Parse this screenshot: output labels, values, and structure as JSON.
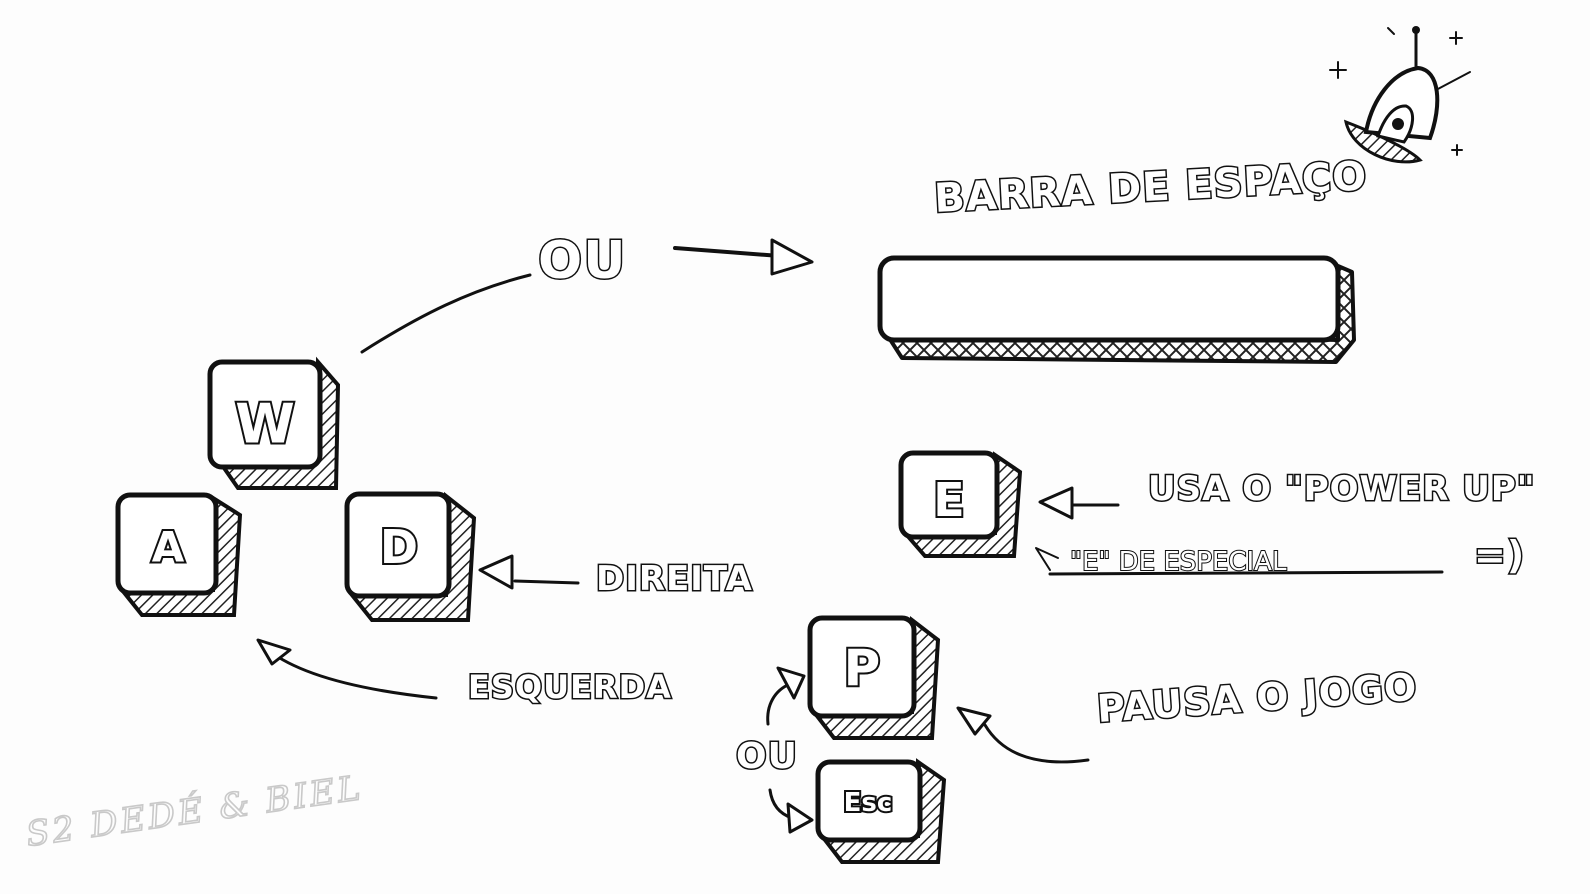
{
  "labels": {
    "ou_top": "OU",
    "spacebar": "BARRA DE ESPAÇO",
    "direita": "DIREITA",
    "esquerda": "ESQUERDA",
    "power_up": "USA O \"POWER UP\"",
    "especial": "\"E\" DE ESPECIAL",
    "especial_smiley": "=)",
    "pausa": "PAUSA O JOGO",
    "ou_bottom": "OU",
    "signature": "S2 DEDÉ & BIEL"
  },
  "keys": {
    "w": "W",
    "a": "A",
    "d": "D",
    "e": "E",
    "p": "P",
    "esc": "Esc"
  },
  "icons": {
    "mascot": "ufo-icon"
  },
  "colors": {
    "ink": "#111111",
    "paper": "#fdfdfd",
    "signature": "#c9c9c9"
  }
}
